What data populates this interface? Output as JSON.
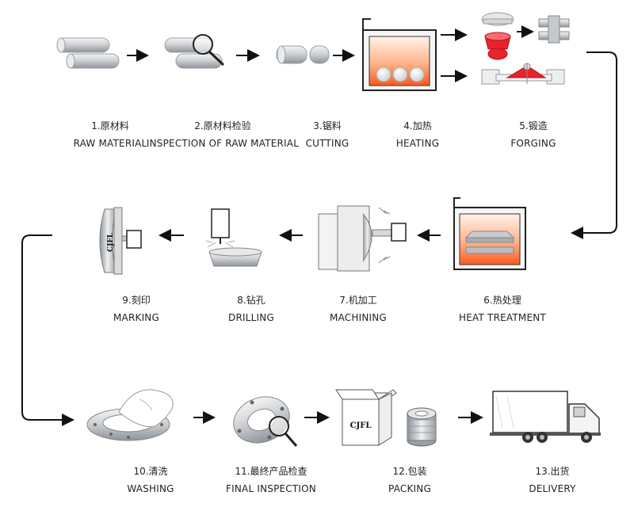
{
  "steps": [
    {
      "cn": "1.原材料",
      "en": "RAW MATERIAL",
      "icon": "raw-material-icon"
    },
    {
      "cn": "2.原材料检验",
      "en": "INSPECTION OF RAW MATERIAL",
      "icon": "inspection-icon"
    },
    {
      "cn": "3.锯料",
      "en": "CUTTING",
      "icon": "cutting-icon"
    },
    {
      "cn": "4.加热",
      "en": "HEATING",
      "icon": "furnace-icon"
    },
    {
      "cn": "5.锻造",
      "en": "FORGING",
      "icon": "forging-icon"
    },
    {
      "cn": "6.热处理",
      "en": "HEAT TREATMENT",
      "icon": "heat-treatment-icon"
    },
    {
      "cn": "7.机加工",
      "en": "MACHINING",
      "icon": "machining-icon"
    },
    {
      "cn": "8.钻孔",
      "en": "DRILLING",
      "icon": "drilling-icon"
    },
    {
      "cn": "9.刻印",
      "en": "MARKING",
      "icon": "marking-icon"
    },
    {
      "cn": "10.清洗",
      "en": "WASHING",
      "icon": "washing-icon"
    },
    {
      "cn": "11.最终产品检查",
      "en": "FINAL INSPECTION",
      "icon": "final-inspection-icon"
    },
    {
      "cn": "12.包装",
      "en": "PACKING",
      "icon": "packing-icon"
    },
    {
      "cn": "13.出货",
      "en": "DELIVERY",
      "icon": "truck-icon"
    }
  ],
  "marks": {
    "stamp": "CJFL",
    "box": "CJFL"
  },
  "colors": {
    "hot": "#ff5a1e",
    "forge_red": "#e8232c",
    "steel": "#9aa0a6",
    "line": "#111111"
  }
}
